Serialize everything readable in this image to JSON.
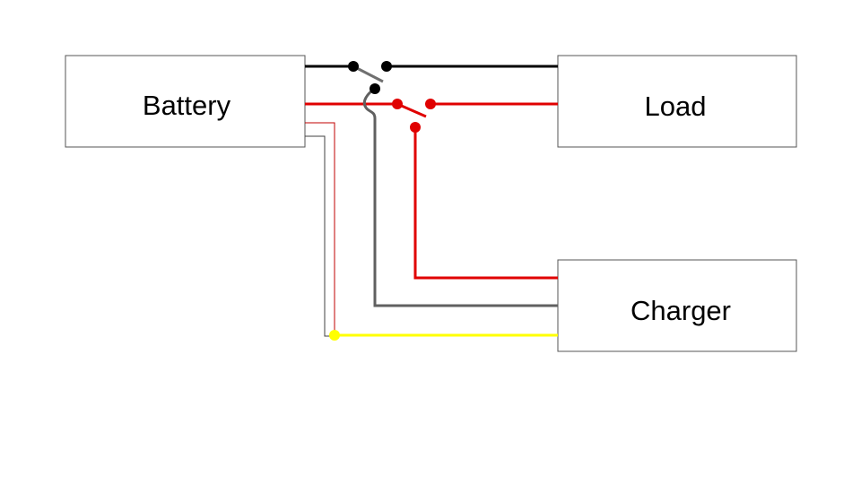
{
  "blocks": {
    "battery": {
      "label": "Battery"
    },
    "load": {
      "label": "Load"
    },
    "charger": {
      "label": "Charger"
    }
  },
  "colors": {
    "black_wire": "#000000",
    "red_wire": "#e00000",
    "gray_wire": "#606060",
    "yellow_wire": "#ffff00",
    "thin_gray_wire": "#404040",
    "thin_red_wire": "#c00000",
    "block_border": "#555555",
    "switch_lever": "#707070"
  }
}
